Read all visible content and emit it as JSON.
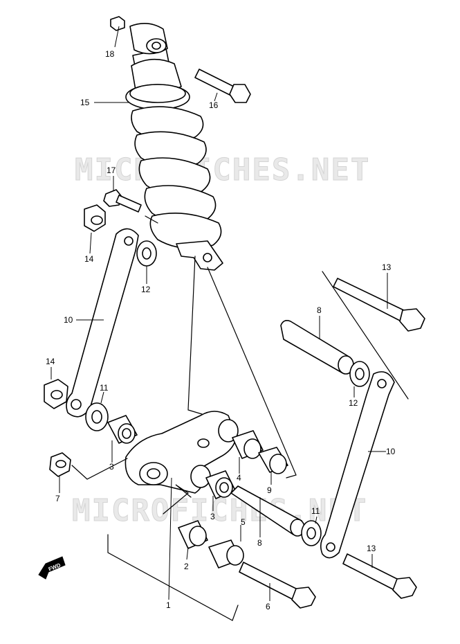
{
  "watermarks": [
    "MICROFICHES.NET",
    "MICROFICHES.NET"
  ],
  "direction_badge": "FWD",
  "part_labels": {
    "p1": "1",
    "p2": "2",
    "p3a": "3",
    "p3b": "3",
    "p4": "4",
    "p5": "5",
    "p6": "6",
    "p7": "7",
    "p8a": "8",
    "p8b": "8",
    "p9": "9",
    "p10a": "10",
    "p10b": "10",
    "p11a": "11",
    "p11b": "11",
    "p12a": "12",
    "p12b": "12",
    "p13a": "13",
    "p13b": "13",
    "p14a": "14",
    "p14b": "14",
    "p15": "15",
    "p16": "16",
    "p17": "17",
    "p18": "18"
  }
}
